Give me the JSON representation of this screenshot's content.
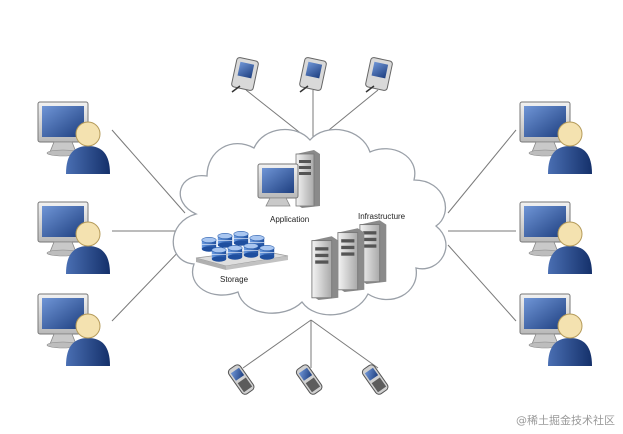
{
  "labels": {
    "application": "Application",
    "infrastructure": "Infrastructure",
    "storage": "Storage"
  },
  "watermark": "@稀土掘金技术社区",
  "colors": {
    "line": "#7a7a7a",
    "cloud_fill": "#ffffff",
    "cloud_stroke": "#9aa0a8",
    "user_blue": "#1f3f7a",
    "user_skin": "#f4e2b0",
    "monitor_screen": "#2f5596",
    "storage_blue": "#2b5fae"
  },
  "icons": {
    "users_left": [
      "user-workstation-icon",
      "user-workstation-icon",
      "user-workstation-icon"
    ],
    "users_right": [
      "user-workstation-icon",
      "user-workstation-icon",
      "user-workstation-icon"
    ],
    "pdas_top": [
      "pda-icon",
      "pda-icon",
      "pda-icon"
    ],
    "phones_bottom": [
      "mobile-phone-icon",
      "mobile-phone-icon",
      "mobile-phone-icon"
    ]
  }
}
